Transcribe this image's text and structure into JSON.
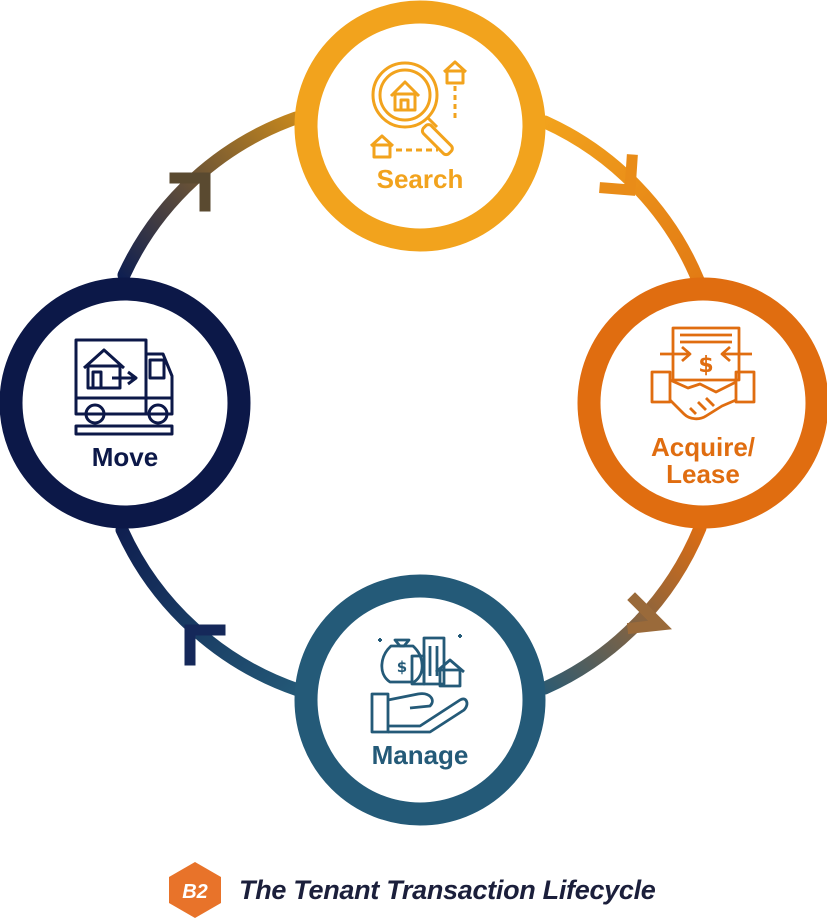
{
  "diagram": {
    "nodes": [
      {
        "id": "search",
        "label": "Search",
        "color": "#f2a31d",
        "icon": "house-search-icon"
      },
      {
        "id": "acquire",
        "label_lines": [
          "Acquire/",
          "Lease"
        ],
        "color": "#e06d10",
        "icon": "handshake-contract-icon"
      },
      {
        "id": "manage",
        "label": "Manage",
        "color": "#245a78",
        "icon": "hand-property-money-icon"
      },
      {
        "id": "move",
        "label": "Move",
        "color": "#0c1848",
        "icon": "moving-truck-icon"
      }
    ],
    "flow": [
      "search",
      "acquire",
      "manage",
      "move",
      "search"
    ]
  },
  "caption": {
    "badge": "B2",
    "badge_color": "#e8732a",
    "title": "The Tenant Transaction Lifecycle"
  }
}
